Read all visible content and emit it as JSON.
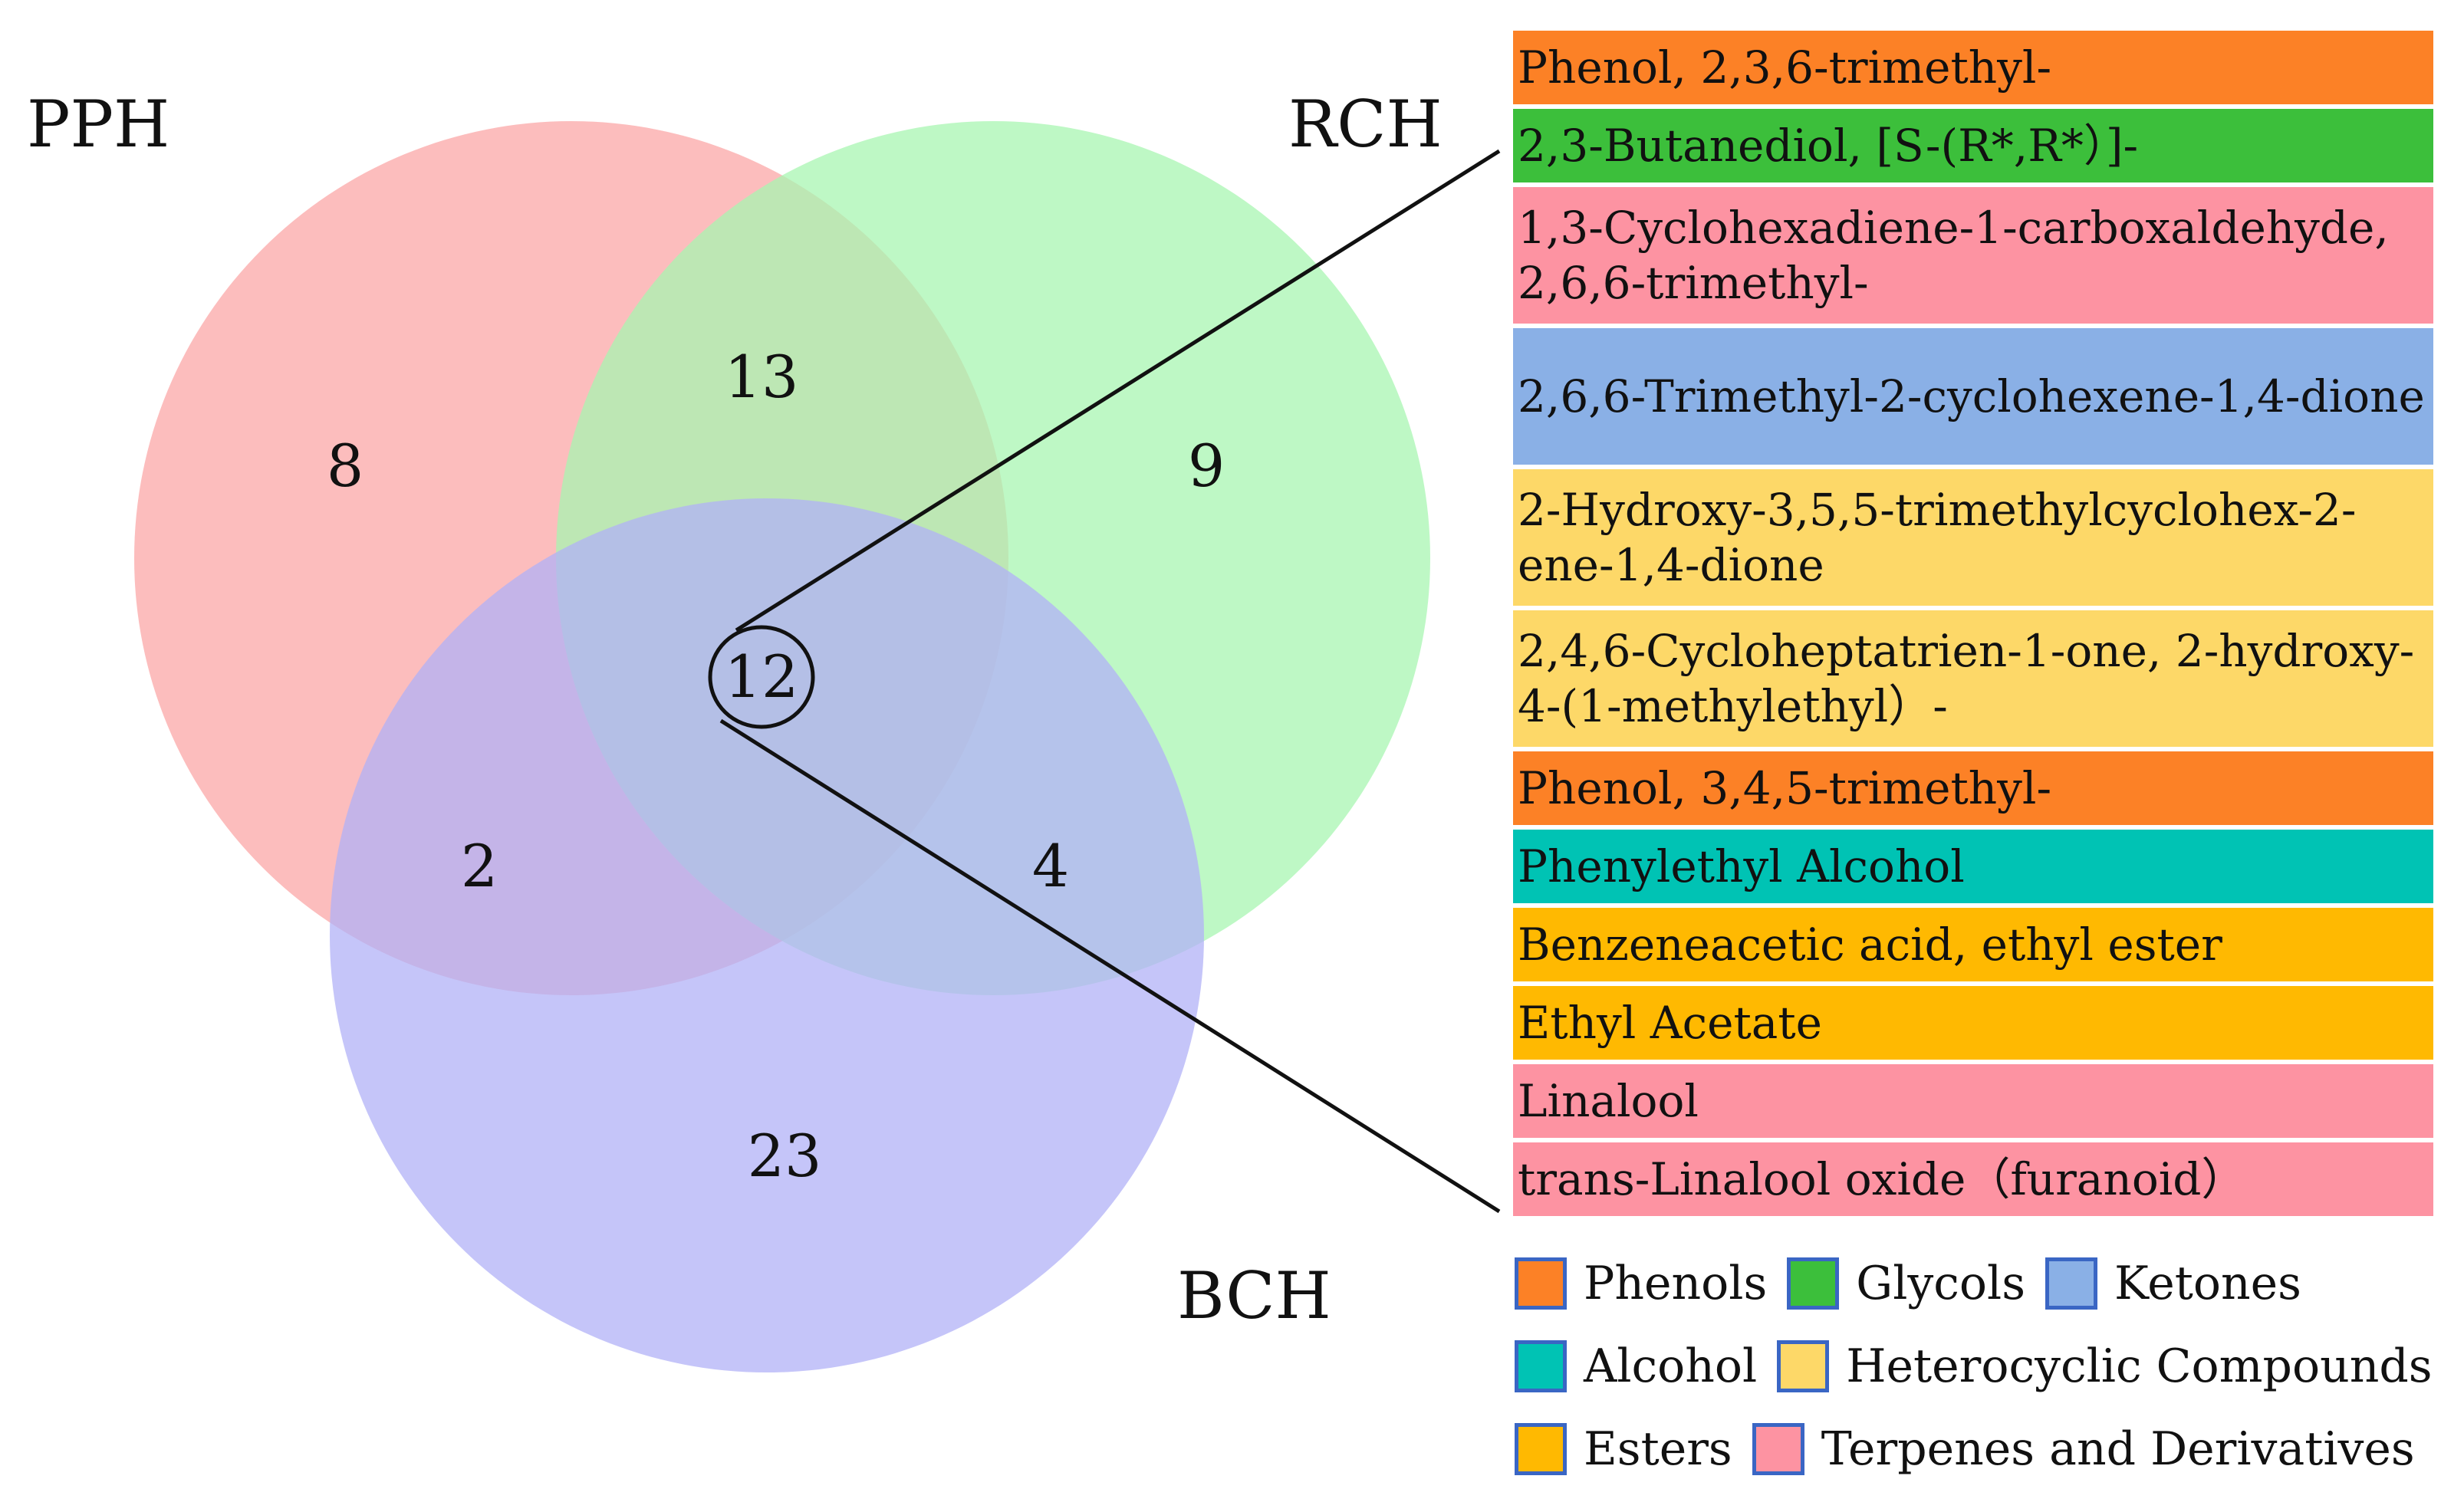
{
  "venn": {
    "sets": [
      {
        "name": "PPH",
        "color": "#fcb2b2"
      },
      {
        "name": "RCH",
        "color": "#a8f5b2"
      },
      {
        "name": "BCH",
        "color": "#b2b2f7"
      }
    ],
    "regions": {
      "pph_only": "8",
      "pph_rch": "13",
      "rch_only": "9",
      "all_three": "12",
      "pph_bch": "2",
      "rch_bch": "4",
      "bch_only": "23"
    }
  },
  "compounds": [
    {
      "lines": [
        "Phenol, 2,3,6-trimethyl-"
      ],
      "category": "Phenols"
    },
    {
      "lines": [
        "2,3-Butanediol, [S-(R*,R*）]-"
      ],
      "category": "Glycols"
    },
    {
      "lines": [
        "1,3-Cyclohexadiene-1-carboxaldehyde,",
        "2,6,6-trimethyl-"
      ],
      "category": "Terpenes and Derivatives"
    },
    {
      "lines": [
        "2,6,6-Trimethyl-2-cyclohexene-1,4-dione"
      ],
      "category": "Ketones"
    },
    {
      "lines": [
        "2-Hydroxy-3,5,5-trimethylcyclohex-2-",
        "ene-1,4-dione"
      ],
      "category": "Heterocyclic Compounds"
    },
    {
      "lines": [
        "2,4,6-Cycloheptatrien-1-one, 2-hydroxy-",
        "4-(1-methylethyl）-"
      ],
      "category": "Heterocyclic Compounds"
    },
    {
      "lines": [
        "Phenol, 3,4,5-trimethyl-"
      ],
      "category": "Phenols"
    },
    {
      "lines": [
        "Phenylethyl Alcohol"
      ],
      "category": "Alcohol"
    },
    {
      "lines": [
        "Benzeneacetic acid, ethyl ester"
      ],
      "category": "Esters"
    },
    {
      "lines": [
        "Ethyl Acetate"
      ],
      "category": "Esters"
    },
    {
      "lines": [
        "Linalool"
      ],
      "category": "Terpenes and Derivatives"
    },
    {
      "lines": [
        "trans-Linalool oxide（furanoid）"
      ],
      "category": "Terpenes and Derivatives"
    }
  ],
  "legend": [
    {
      "label": "Phenols",
      "color": "#fc8126"
    },
    {
      "label": "Glycols",
      "color": "#3cbf3b"
    },
    {
      "label": "Ketones",
      "color": "#8ab0e6"
    },
    {
      "label": "Alcohol",
      "color": "#00c3b4"
    },
    {
      "label": "Heterocyclic Compounds",
      "color": "#fdd868"
    },
    {
      "label": "Esters",
      "color": "#ffb901"
    },
    {
      "label": "Terpenes and Derivatives",
      "color": "#fd93a2"
    }
  ]
}
